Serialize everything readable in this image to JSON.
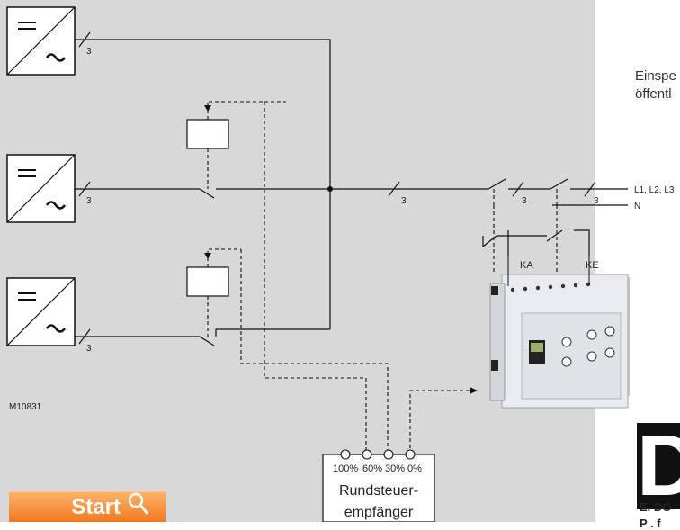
{
  "diagram": {
    "cable_count_label": "3",
    "line_labels": {
      "phases": "L1, L2, L3",
      "neutral": "N"
    },
    "relay_labels": {
      "ka": "KA",
      "ke": "KE"
    },
    "figure_id": "M10831",
    "receiver": {
      "levels": [
        "100%",
        "60%",
        "30%",
        "0%"
      ],
      "name_line1": "Rundsteuer-",
      "name_line2": "empfänger"
    }
  },
  "side_panel": {
    "feed_line1": "Einspe",
    "feed_line2": "öffentl",
    "section_letter": "D",
    "footer_line1": "E. DO",
    "footer_line2": "P . f"
  },
  "start_button": {
    "label": "Start",
    "icon": "search-icon"
  },
  "colors": {
    "diagram_bg": "#d8d8d8",
    "accent_orange": "#f07a1f",
    "line": "#111111"
  }
}
